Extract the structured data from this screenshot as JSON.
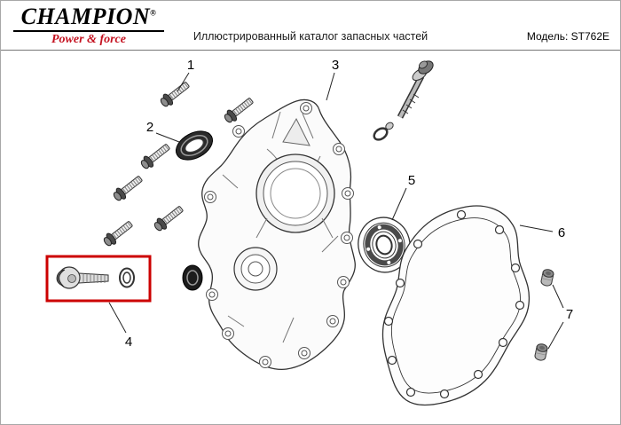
{
  "header": {
    "brand": "CHAMPION",
    "registered": "®",
    "tagline": "Power & force",
    "title": "Иллюстрированный каталог запасных частей",
    "model": "Модель: ST762E"
  },
  "diagram": {
    "highlight_color": "#cc0000",
    "callouts": [
      {
        "number": "1"
      },
      {
        "number": "2"
      },
      {
        "number": "3"
      },
      {
        "number": "4"
      },
      {
        "number": "5"
      },
      {
        "number": "6"
      },
      {
        "number": "7"
      }
    ]
  }
}
